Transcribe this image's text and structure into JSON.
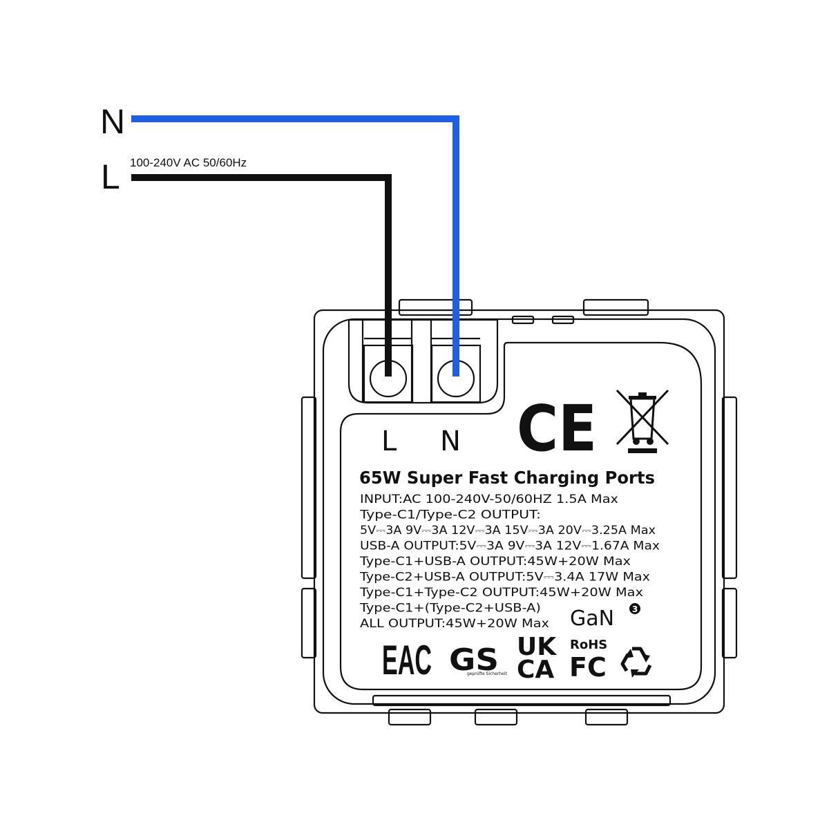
{
  "wires": {
    "neutral_label": "N",
    "live_label": "L",
    "voltage_note": "100-240V AC 50/60Hz",
    "neutral_color": "#1f5fe6",
    "live_color": "#111111"
  },
  "terminals": {
    "live_label": "L",
    "neutral_label": "N"
  },
  "label": {
    "title": "65W Super Fast Charging Ports",
    "spec_lines": [
      "INPUT:AC 100-240V-50/60HZ 1.5A Max",
      "Type-C1/Type-C2 OUTPUT:",
      "5V⎓3A 9V⎓3A 12V⎓3A 15V⎓3A 20V⎓3.25A Max",
      "USB-A OUTPUT:5V⎓3A 9V⎓3A 12V⎓1.67A Max",
      "Type-C1+USB-A OUTPUT:45W+20W Max",
      "Type-C2+USB-A OUTPUT:5V⎓3.4A 17W Max",
      "Type-C1+Type-C2 OUTPUT:45W+20W Max",
      "Type-C1+(Type-C2+USB-A)",
      "ALL OUTPUT:45W+20W Max"
    ],
    "gan_text": "GaN",
    "gan_superscript": "3"
  },
  "marks": {
    "ce": "CE",
    "eac": "EAC",
    "gs": "GS",
    "gs_small": "geprüfte Sicherheit",
    "uk": "UK",
    "ca": "CA",
    "rohs": "RoHS",
    "fc": "FC",
    "weee_icon": "crossed-bin-icon",
    "recycle_icon": "recycle-icon"
  }
}
